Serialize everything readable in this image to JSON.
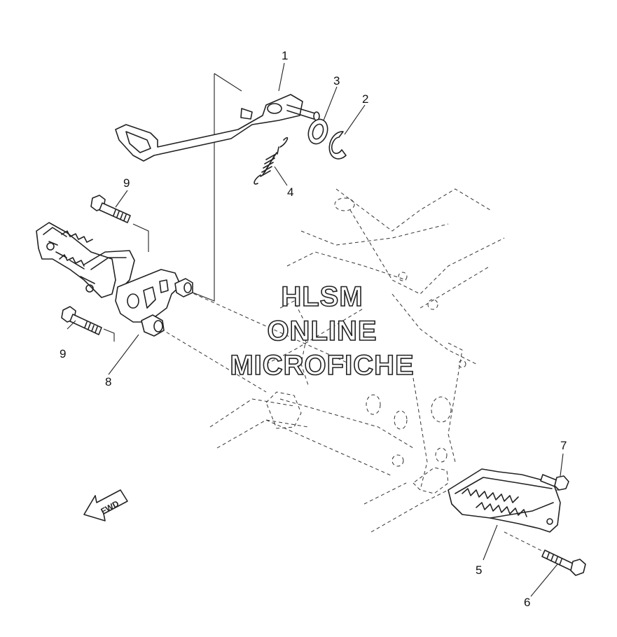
{
  "watermark": {
    "line1": "HLSM",
    "line2": "ONLINE",
    "line3": "MICROFICHE"
  },
  "direction_label": "FWD",
  "callouts": [
    {
      "id": "1",
      "label": "1"
    },
    {
      "id": "2",
      "label": "2"
    },
    {
      "id": "3",
      "label": "3"
    },
    {
      "id": "4",
      "label": "4"
    },
    {
      "id": "5",
      "label": "5"
    },
    {
      "id": "6",
      "label": "6"
    },
    {
      "id": "7",
      "label": "7"
    },
    {
      "id": "8",
      "label": "8"
    },
    {
      "id": "9a",
      "label": "9"
    },
    {
      "id": "9b",
      "label": "9"
    }
  ]
}
